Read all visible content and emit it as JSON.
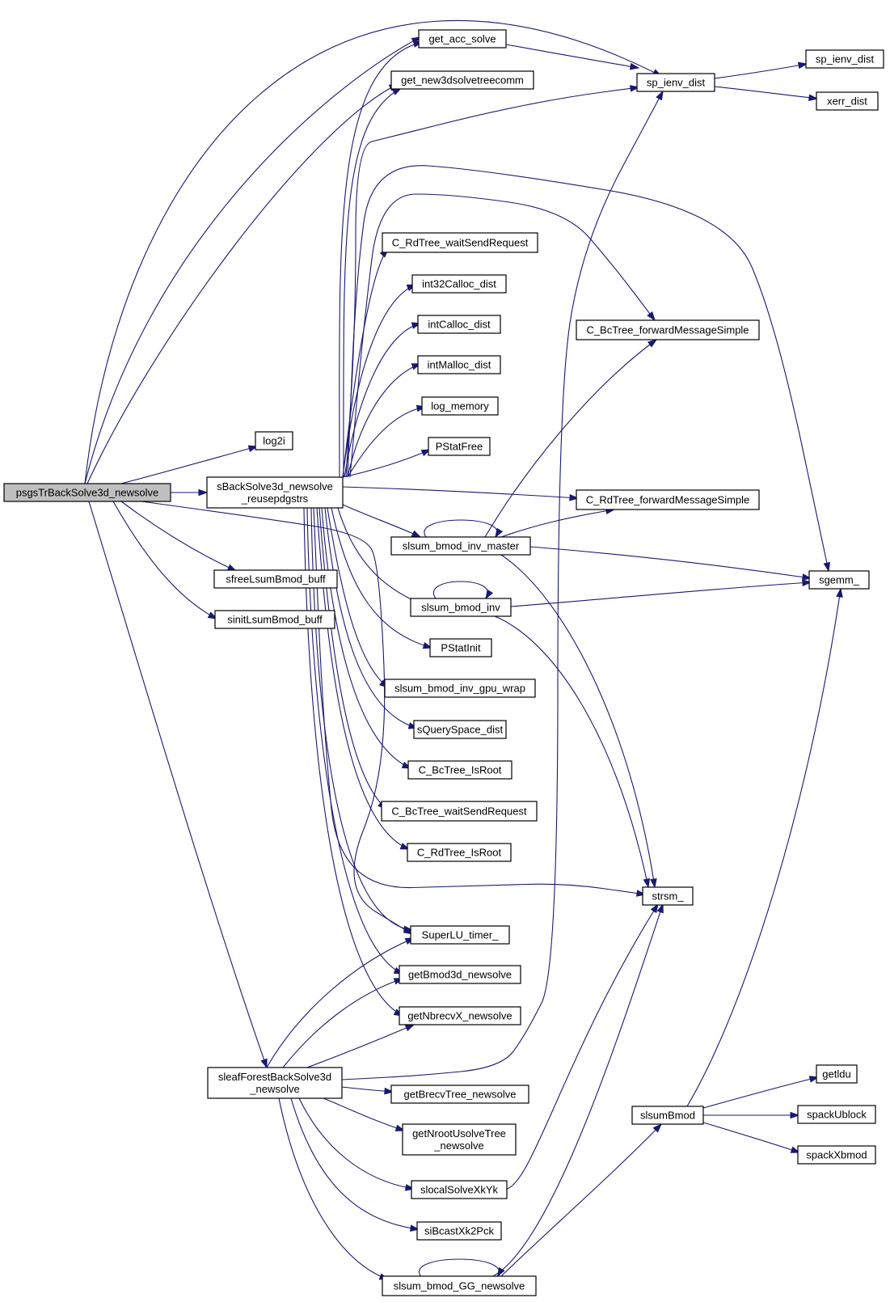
{
  "diagram": {
    "type": "call-graph",
    "colors": {
      "edge": "#191970",
      "root_fill": "#bfbfbf",
      "node_fill": "#ffffff",
      "node_border": "#000000"
    },
    "nodes": [
      {
        "id": "root",
        "label": [
          "psgsTrBackSolve3d_newsolve"
        ],
        "root": true
      },
      {
        "id": "getacc",
        "label": [
          "get_acc_solve"
        ]
      },
      {
        "id": "getnew3d",
        "label": [
          "get_new3dsolvetreecomm"
        ]
      },
      {
        "id": "spienv",
        "label": [
          "sp_ienv_dist"
        ]
      },
      {
        "id": "spienv2",
        "label": [
          "sp_ienv_dist"
        ]
      },
      {
        "id": "xerr",
        "label": [
          "xerr_dist"
        ]
      },
      {
        "id": "log2i",
        "label": [
          "log2i"
        ]
      },
      {
        "id": "sback",
        "label": [
          "sBackSolve3d_newsolve",
          "_reusepdgstrs"
        ]
      },
      {
        "id": "sfree",
        "label": [
          "sfreeLsumBmod_buff"
        ]
      },
      {
        "id": "sinit",
        "label": [
          "sinitLsumBmod_buff"
        ]
      },
      {
        "id": "sleaf",
        "label": [
          "sleafForestBackSolve3d",
          "_newsolve"
        ]
      },
      {
        "id": "crdwait",
        "label": [
          "C_RdTree_waitSendRequest"
        ]
      },
      {
        "id": "int32c",
        "label": [
          "int32Calloc_dist"
        ]
      },
      {
        "id": "intc",
        "label": [
          "intCalloc_dist"
        ]
      },
      {
        "id": "intm",
        "label": [
          "intMalloc_dist"
        ]
      },
      {
        "id": "logmem",
        "label": [
          "log_memory"
        ]
      },
      {
        "id": "pfree",
        "label": [
          "PStatFree"
        ]
      },
      {
        "id": "slsummaster",
        "label": [
          "slsum_bmod_inv_master"
        ]
      },
      {
        "id": "slsuminv",
        "label": [
          "slsum_bmod_inv"
        ]
      },
      {
        "id": "pinit",
        "label": [
          "PStatInit"
        ]
      },
      {
        "id": "gpuwrap",
        "label": [
          "slsum_bmod_inv_gpu_wrap"
        ]
      },
      {
        "id": "squery",
        "label": [
          "sQuerySpace_dist"
        ]
      },
      {
        "id": "bcisroot",
        "label": [
          "C_BcTree_IsRoot"
        ]
      },
      {
        "id": "bcwait",
        "label": [
          "C_BcTree_waitSendRequest"
        ]
      },
      {
        "id": "rdisroot",
        "label": [
          "C_RdTree_IsRoot"
        ]
      },
      {
        "id": "timer",
        "label": [
          "SuperLU_timer_"
        ]
      },
      {
        "id": "getbmod",
        "label": [
          "getBmod3d_newsolve"
        ]
      },
      {
        "id": "getnbr",
        "label": [
          "getNbrecvX_newsolve"
        ]
      },
      {
        "id": "getbrecv",
        "label": [
          "getBrecvTree_newsolve"
        ]
      },
      {
        "id": "getnroot",
        "label": [
          "getNrootUsolveTree",
          "_newsolve"
        ]
      },
      {
        "id": "slocal",
        "label": [
          "slocalSolveXkYk"
        ]
      },
      {
        "id": "sibcast",
        "label": [
          "siBcastXk2Pck"
        ]
      },
      {
        "id": "slsumgg",
        "label": [
          "slsum_bmod_GG_newsolve"
        ]
      },
      {
        "id": "bcfwd",
        "label": [
          "C_BcTree_forwardMessageSimple"
        ]
      },
      {
        "id": "rdfwd",
        "label": [
          "C_RdTree_forwardMessageSimple"
        ]
      },
      {
        "id": "strsm",
        "label": [
          "strsm_"
        ]
      },
      {
        "id": "sgemm",
        "label": [
          "sgemm_"
        ]
      },
      {
        "id": "slsumbmod",
        "label": [
          "slsumBmod"
        ]
      },
      {
        "id": "getldu",
        "label": [
          "getldu"
        ]
      },
      {
        "id": "spacku",
        "label": [
          "spackUblock"
        ]
      },
      {
        "id": "spackx",
        "label": [
          "spackXbmod"
        ]
      }
    ],
    "edges": [
      [
        "root",
        "getacc"
      ],
      [
        "root",
        "getnew3d"
      ],
      [
        "root",
        "spienv"
      ],
      [
        "root",
        "log2i"
      ],
      [
        "root",
        "sback"
      ],
      [
        "root",
        "sfree"
      ],
      [
        "root",
        "sinit"
      ],
      [
        "root",
        "sleaf"
      ],
      [
        "root",
        "timer"
      ],
      [
        "getacc",
        "spienv"
      ],
      [
        "spienv",
        "spienv2"
      ],
      [
        "spienv",
        "xerr"
      ],
      [
        "sback",
        "getacc"
      ],
      [
        "sback",
        "getnew3d"
      ],
      [
        "sback",
        "spienv"
      ],
      [
        "sback",
        "sgemm"
      ],
      [
        "sback",
        "bcfwd"
      ],
      [
        "sback",
        "crdwait"
      ],
      [
        "sback",
        "int32c"
      ],
      [
        "sback",
        "intc"
      ],
      [
        "sback",
        "intm"
      ],
      [
        "sback",
        "logmem"
      ],
      [
        "sback",
        "pfree"
      ],
      [
        "sback",
        "rdfwd"
      ],
      [
        "sback",
        "slsummaster"
      ],
      [
        "sback",
        "slsuminv"
      ],
      [
        "sback",
        "pinit"
      ],
      [
        "sback",
        "gpuwrap"
      ],
      [
        "sback",
        "squery"
      ],
      [
        "sback",
        "bcisroot"
      ],
      [
        "sback",
        "bcwait"
      ],
      [
        "sback",
        "rdisroot"
      ],
      [
        "sback",
        "strsm"
      ],
      [
        "sback",
        "timer"
      ],
      [
        "sback",
        "getbmod"
      ],
      [
        "sback",
        "getnbr"
      ],
      [
        "slsummaster",
        "slsummaster"
      ],
      [
        "slsummaster",
        "bcfwd"
      ],
      [
        "slsummaster",
        "rdfwd"
      ],
      [
        "slsummaster",
        "sgemm"
      ],
      [
        "slsummaster",
        "strsm"
      ],
      [
        "slsuminv",
        "slsuminv"
      ],
      [
        "slsuminv",
        "sgemm"
      ],
      [
        "slsuminv",
        "strsm"
      ],
      [
        "sleaf",
        "timer"
      ],
      [
        "sleaf",
        "getbmod"
      ],
      [
        "sleaf",
        "getnbr"
      ],
      [
        "sleaf",
        "spienv"
      ],
      [
        "sleaf",
        "getbrecv"
      ],
      [
        "sleaf",
        "getnroot"
      ],
      [
        "sleaf",
        "slocal"
      ],
      [
        "sleaf",
        "sibcast"
      ],
      [
        "sleaf",
        "slsumgg"
      ],
      [
        "slocal",
        "strsm"
      ],
      [
        "slsumgg",
        "slsumgg"
      ],
      [
        "slsumgg",
        "strsm"
      ],
      [
        "slsumgg",
        "slsumbmod"
      ],
      [
        "slsumbmod",
        "sgemm"
      ],
      [
        "slsumbmod",
        "getldu"
      ],
      [
        "slsumbmod",
        "spacku"
      ],
      [
        "slsumbmod",
        "spackx"
      ]
    ]
  }
}
